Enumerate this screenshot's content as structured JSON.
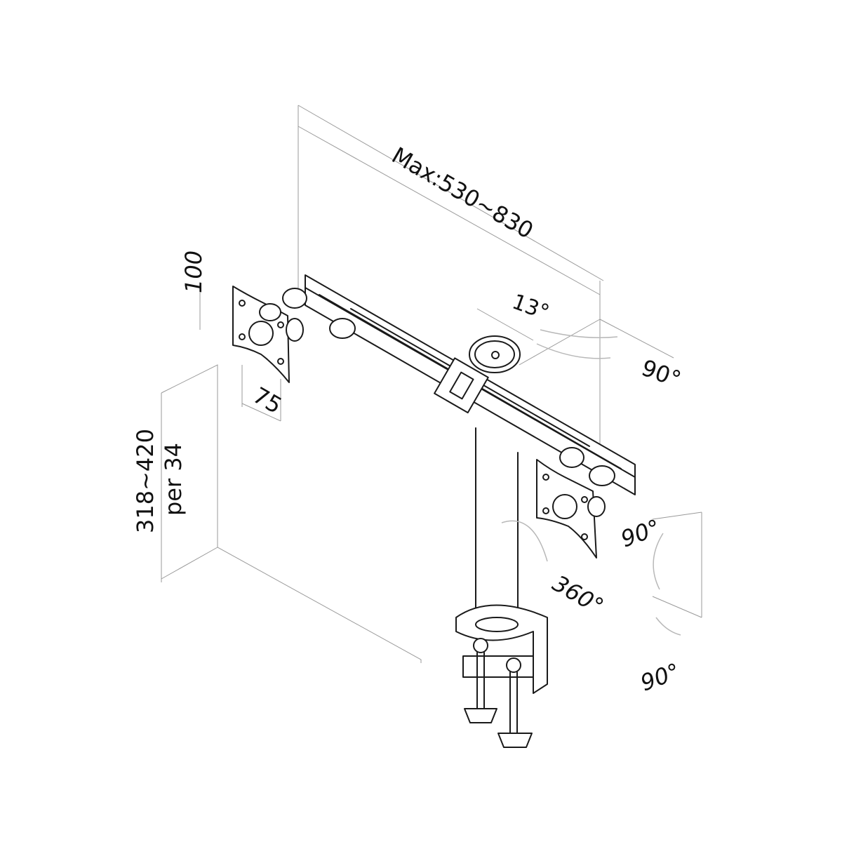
{
  "dimensions": {
    "max_width": "Max:530~830",
    "vesa_vertical": "100",
    "vesa_horizontal": "75",
    "height_range_line1": "318~420",
    "height_range_line2": "per 34",
    "tilt_top": "13°",
    "swivel_arm": "90°",
    "rotate_plate": "90°",
    "pole_rotation": "360°",
    "swivel_base": "90°"
  },
  "colors": {
    "line": "#1a1a1a",
    "guide": "#9a9a9a",
    "ghost": "#b8b8b8",
    "background": "#ffffff"
  }
}
